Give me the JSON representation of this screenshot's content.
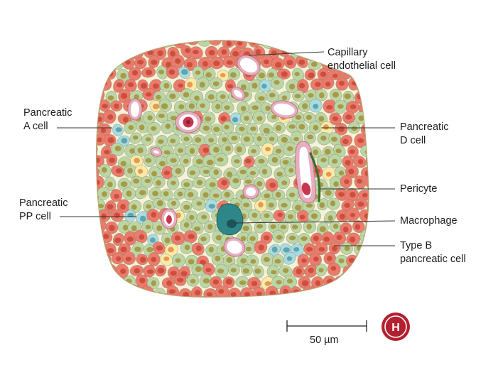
{
  "labels": {
    "capillary_endothelial": [
      "Capillary",
      "endothelial cell"
    ],
    "pancreatic_a": [
      "Pancreatic",
      "A cell"
    ],
    "pancreatic_d": [
      "Pancreatic",
      "D cell"
    ],
    "pericyte": [
      "Pericyte"
    ],
    "pancreatic_pp": [
      "Pancreatic",
      "PP cell"
    ],
    "macrophage": [
      "Macrophage"
    ],
    "type_b": [
      "Type B",
      "pancreatic cell"
    ]
  },
  "scale_bar": {
    "label": "50 µm"
  },
  "logo": {
    "letter": "H"
  },
  "colors": {
    "islet_fill": "#f6f2d8",
    "islet_outline": "#b3ab72",
    "b_cell": "#bcd5a6",
    "b_nucleus": "#a69b47",
    "a_cell": "#ea7b6d",
    "a_nucleus": "#cc4f3d",
    "d_cell": "#fbeaa6",
    "d_nucleus": "#e29a56",
    "pp_cell": "#a9dbe2",
    "pp_nucleus": "#62a4ad",
    "capillary_wall": "#e7aec0",
    "rbc": "#c9364f",
    "macrophage": "#2f8689",
    "logo_red": "#b3202f"
  }
}
